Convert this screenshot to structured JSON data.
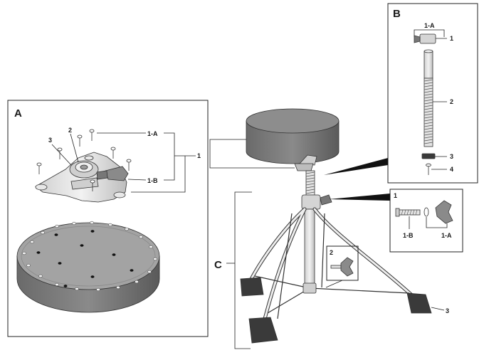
{
  "panels": {
    "a": {
      "title": "A",
      "callouts": {
        "part_1": "1",
        "part_1a": "1-A",
        "part_1b": "1-B",
        "part_2": "2",
        "part_3": "3"
      }
    },
    "b": {
      "title": "B",
      "callouts": {
        "part_1a": "1-A",
        "part_1": "1",
        "part_2": "2",
        "part_3": "3",
        "part_4": "4"
      }
    },
    "c": {
      "title": "C",
      "callouts": {
        "part_3": "3"
      },
      "inset_1": {
        "title": "1",
        "part_1b": "1-B",
        "part_1a": "1-A"
      },
      "inset_2": {
        "title": "2"
      }
    }
  },
  "colors": {
    "outline": "#222222",
    "seat_dark": "#555555",
    "seat_light": "#a8a8a8",
    "metal": "#d8d8d8",
    "foot": "#3a3a3a"
  }
}
